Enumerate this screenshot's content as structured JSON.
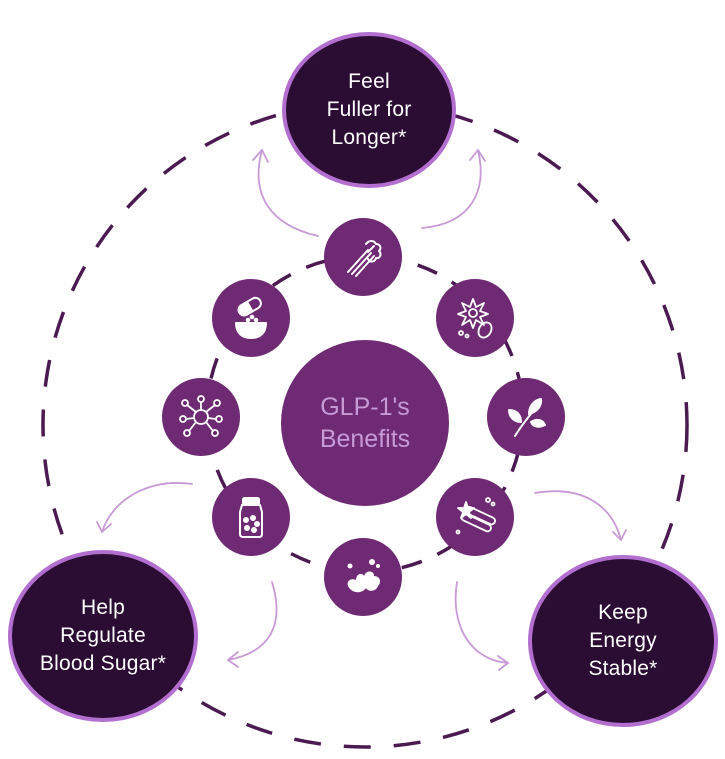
{
  "center": {
    "line1": "GLP-1's",
    "line2": "Benefits"
  },
  "benefits": {
    "top": [
      "Feel",
      "Fuller for",
      "Longer*"
    ],
    "left": [
      "Help",
      "Regulate",
      "Blood Sugar*"
    ],
    "right": [
      "Keep",
      "Energy",
      "Stable*"
    ]
  },
  "ingredient_icons": [
    "celery-icon",
    "flower-seed-icon",
    "leaf-branch-icon",
    "cinnamon-star-anise-icon",
    "ginger-root-icon",
    "spice-jar-icon",
    "molecule-icon",
    "capsule-bowl-icon"
  ],
  "colors": {
    "dark_purple": "#2b0c33",
    "ring_border": "#b26fd0",
    "mid_purple": "#6e2a73",
    "arrow": "#c79ad6",
    "center_text": "#c79ad6",
    "dash": "#4a1a50"
  }
}
